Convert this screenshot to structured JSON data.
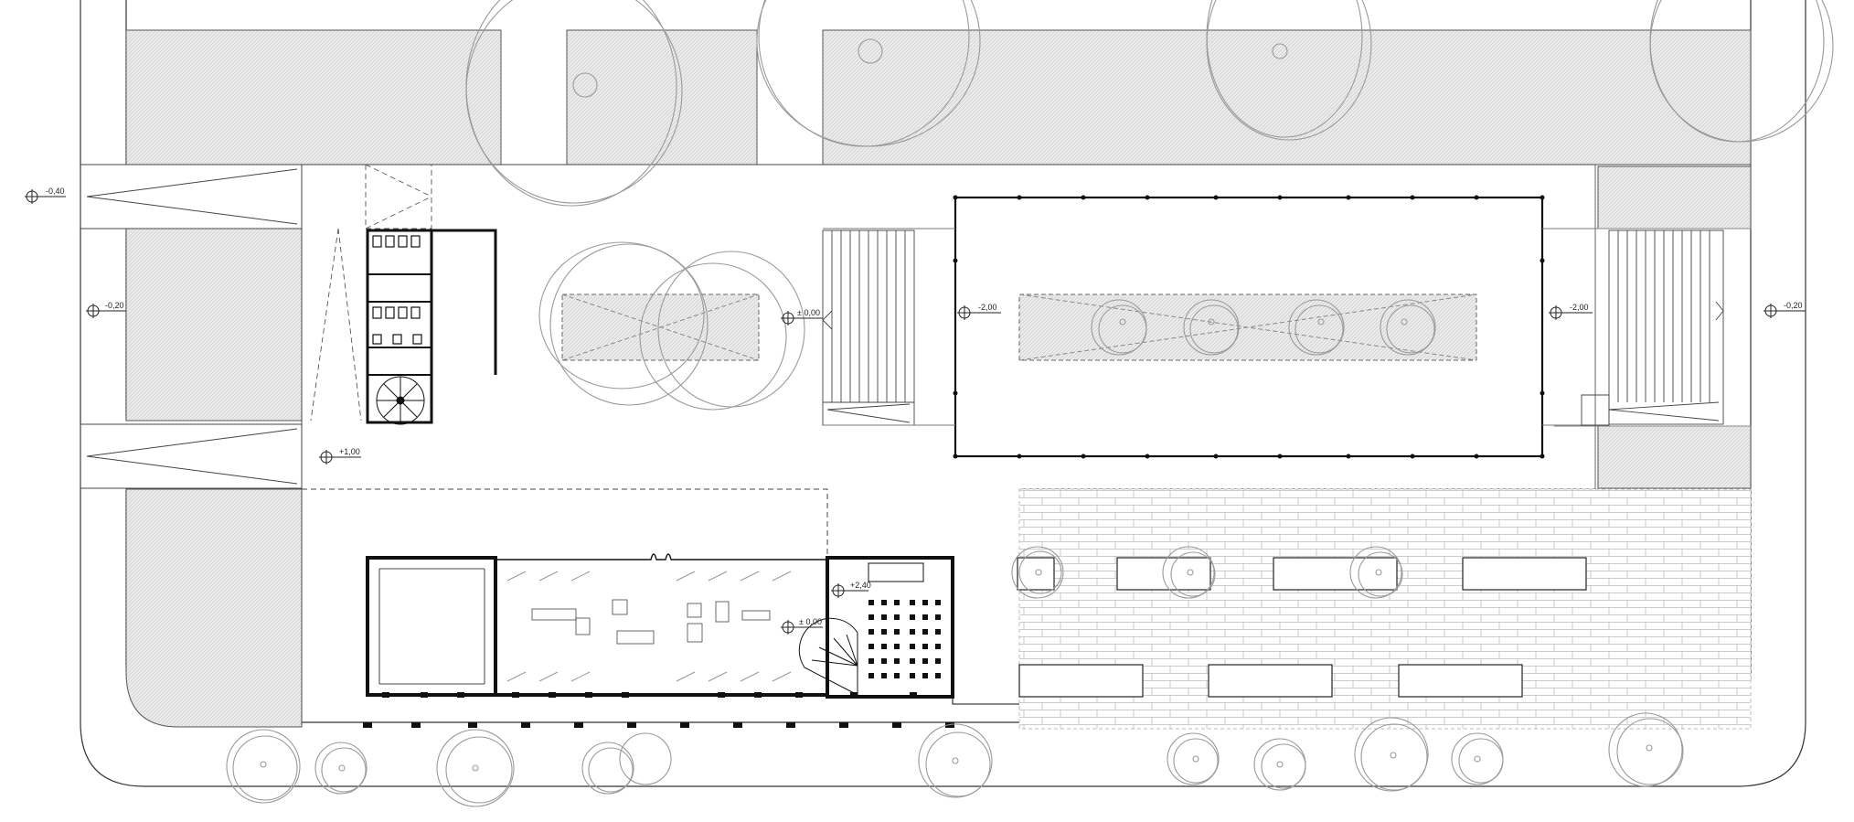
{
  "levels": {
    "west_top": "-0,40",
    "west_mid": "-0,20",
    "ramp": "+1,00",
    "plaza": "± 0,00",
    "sunken_court": "-2,00",
    "east_stairs": "-2,00",
    "east_edge": "-0,20",
    "auditorium": "+2,40",
    "exhibition": "± 0,00"
  },
  "colors": {
    "line": "#1a1a1a",
    "thin_line": "#444444",
    "tree": "#9a9a9a",
    "hatch": "#d0d0d0",
    "paving": "#b8b8b8"
  },
  "icons": [
    "level-marker-icon",
    "tree-canopy-icon",
    "spiral-stair-icon",
    "seat-icon",
    "toilet-icon"
  ]
}
